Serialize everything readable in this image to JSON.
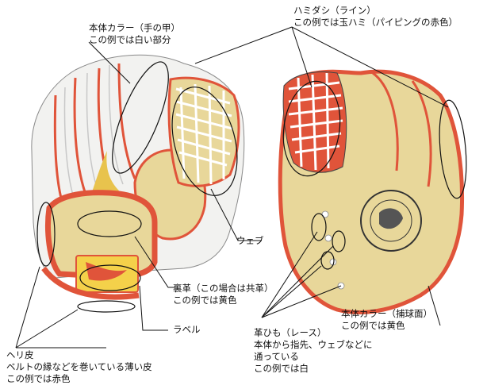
{
  "image": {
    "subject": "baseball glove (two views)",
    "colors": {
      "leather_white": "#f2f2f0",
      "leather_yellow": "#e8d79a",
      "binding_red": "#e0543a",
      "lace_white": "#ffffff",
      "outline": "#444444"
    }
  },
  "labels": {
    "back_body": {
      "line1": "本体カラー（手の甲）",
      "line2": "この例では白い部分"
    },
    "hamidashi": {
      "line1": "ハミダシ（ライン）",
      "line2": "この例では玉ハミ（パイピングの赤色）"
    },
    "web": {
      "line1": "ウェブ"
    },
    "lining": {
      "line1": "裏革（この場合は共革）",
      "line2": "この例では黄色"
    },
    "label": {
      "line1": "ラベル"
    },
    "palm_body": {
      "line1": "本体カラー（捕球面）",
      "line2": "この例では黄色"
    },
    "heri": {
      "line1": "ヘリ皮",
      "line2": "ベルトの縁などを巻いている薄い皮",
      "line3": "この例では赤色"
    },
    "lace": {
      "line1": "革ひも（レース）",
      "line2": "本体から指先、ウェブなどに",
      "line3": "通っている",
      "line4": "この例では白"
    }
  }
}
